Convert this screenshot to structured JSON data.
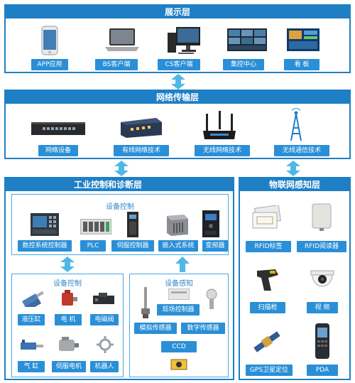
{
  "display_layer": {
    "title": "展示层",
    "items": [
      "APP应用",
      "BS客户端",
      "CS客户端",
      "集控中心",
      "看  板"
    ]
  },
  "network_layer": {
    "title": "网络传输层",
    "items": [
      "网络设备",
      "有线网络技术",
      "无线网络技术",
      "无线通信技术"
    ]
  },
  "industrial_layer": {
    "title": "工业控制和诊断层",
    "device_control": {
      "title": "设备控制",
      "items": [
        "数控系统控制器",
        "PLC",
        "伺服控制器",
        "嵌入式系统",
        "变频器"
      ]
    },
    "actuator_control": {
      "title": "设备控制",
      "items": [
        "液压缸",
        "电  机",
        "电磁阀",
        "气  缸",
        "伺服电机",
        "机器人"
      ]
    },
    "device_sensing": {
      "title": "设备感知",
      "items": [
        "现场控制器",
        "模拟传感器",
        "数字传感器",
        "CCD"
      ]
    }
  },
  "iot_layer": {
    "title": "物联网感知层",
    "items": [
      "RFID标签",
      "RFID阅读器",
      "扫描枪",
      "视  频",
      "GPS卫星定位",
      "PDA"
    ]
  },
  "colors": {
    "primary": "#1f7fc4",
    "label": "#2a8fd6",
    "arrow": "#4fb8e6"
  }
}
